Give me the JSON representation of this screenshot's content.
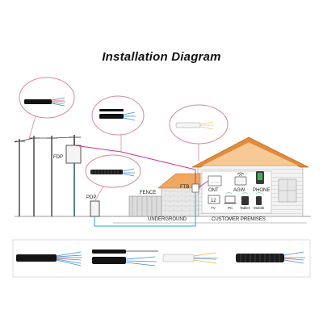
{
  "title": "Installation Diagram",
  "labels": {
    "fdp": "FDP",
    "pdp": "PDP",
    "fence": "FENCE",
    "ftb": "FTB",
    "ont": "ONT",
    "agw": "AGW",
    "phone": "PHONE",
    "tv": "TV",
    "pc": "PC",
    "tablet": "Tablet",
    "mobile": "Mobile",
    "underground": "UNDERGROUND",
    "customer_premises": "CUSTOMER PREMISES"
  },
  "colors": {
    "drop_cable": "#c8329e",
    "underground_cable": "#2a9fd6",
    "roof": "#d9822b",
    "callout_border": "#d88a9a"
  }
}
